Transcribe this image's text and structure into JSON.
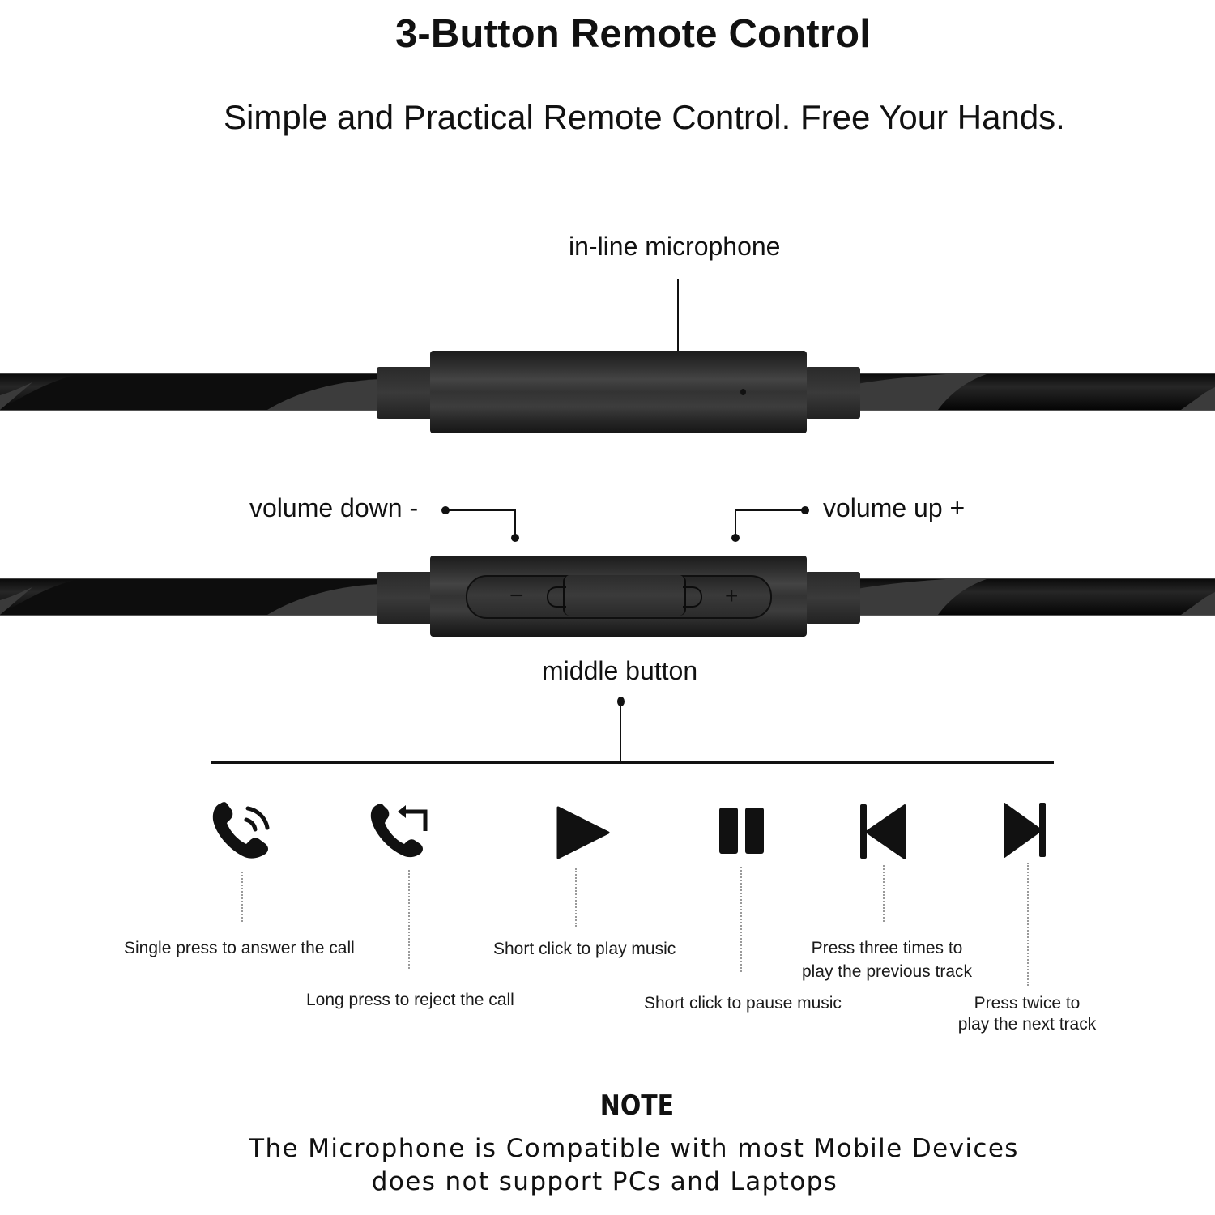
{
  "header": {
    "title": "3-Button Remote Control",
    "subtitle": "Simple and Practical Remote Control. Free Your Hands."
  },
  "diagram": {
    "microphone_label": "in-line microphone",
    "volume_down_label": "volume down -",
    "volume_up_label": "volume up +",
    "middle_button_label": "middle button",
    "keypad_symbols": {
      "minus": "−",
      "plus": "+"
    }
  },
  "functions": [
    {
      "icon": "phone-answer-icon",
      "description": "Single press to answer the call"
    },
    {
      "icon": "phone-reject-icon",
      "description": "Long press to reject the call"
    },
    {
      "icon": "play-icon",
      "description": "Short click to play music"
    },
    {
      "icon": "pause-icon",
      "description": "Short click to pause music"
    },
    {
      "icon": "previous-track-icon",
      "description_line1": "Press three times to",
      "description_line2": "play the previous track"
    },
    {
      "icon": "next-track-icon",
      "description_line1": "Press twice to",
      "description_line2": "play the next track"
    }
  ],
  "note": {
    "title": "NOTE",
    "line1": "The Microphone is Compatible with most Mobile Devices",
    "line2": "does not support PCs and Laptops"
  },
  "colors": {
    "text": "#111111",
    "cable": "#1a1a1a",
    "remote_body": "#333333",
    "dotted_guide": "#9a9a9a"
  }
}
